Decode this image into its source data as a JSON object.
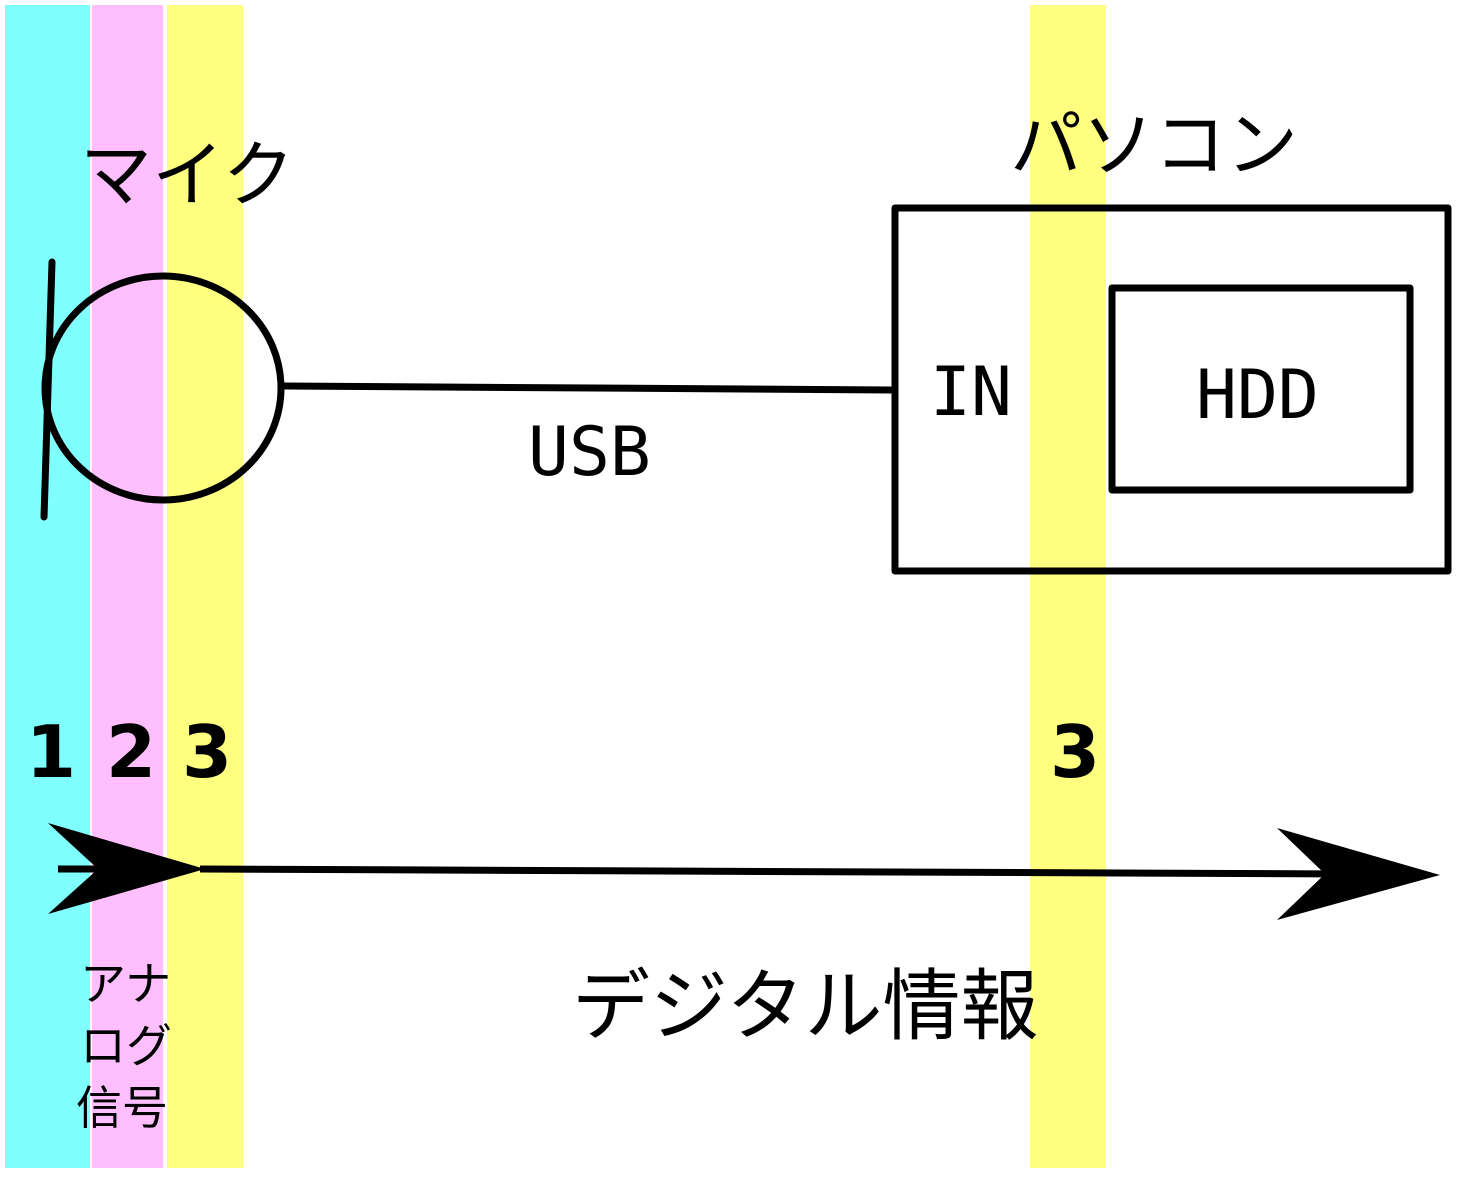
{
  "colors": {
    "band_1": "#80FFFF",
    "band_2": "#FFBFFF",
    "band_3": "#FFFF80",
    "stroke": "#000000"
  },
  "mic": {
    "label": "マイク",
    "icon": "microphone-icon"
  },
  "cable": {
    "label": "USB"
  },
  "pc": {
    "label": "パソコン",
    "input_label": "IN",
    "storage_label": "HDD"
  },
  "stages": {
    "stage_1": "1",
    "stage_2": "2",
    "stage_3_mic": "3",
    "stage_3_pc": "3"
  },
  "analog": {
    "line_1": "アナ",
    "line_2": "ログ",
    "line_3": "信号"
  },
  "digital": {
    "label": "デジタル情報"
  }
}
